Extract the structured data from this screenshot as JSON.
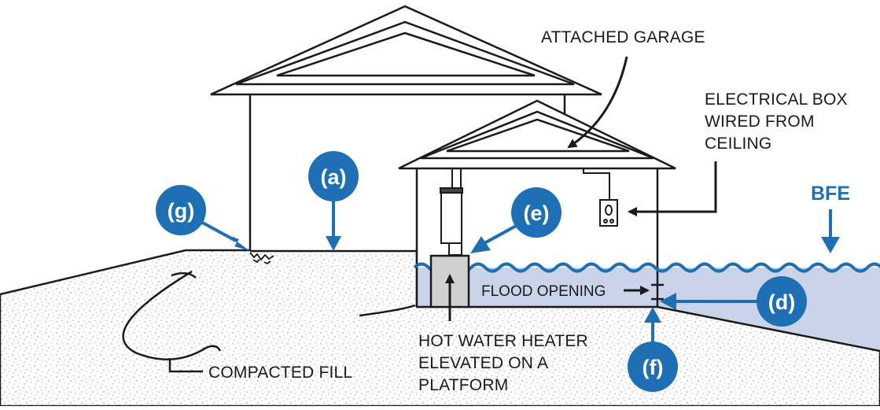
{
  "colors": {
    "accent": "#1f6fb5",
    "flood_water": "#c9d3ea",
    "outline": "#1a1a1a",
    "fill_ground": "#ffffff"
  },
  "labels": {
    "attached_garage": "ATTACHED GARAGE",
    "electrical_box": [
      "ELECTRICAL BOX",
      "WIRED FROM",
      "CEILING"
    ],
    "bfe": "BFE",
    "flood_opening": "FLOOD OPENING",
    "hot_water_heater": [
      "HOT WATER HEATER",
      "ELEVATED ON A",
      "PLATFORM"
    ],
    "compacted_fill": "COMPACTED FILL"
  },
  "markers": {
    "a": "(a)",
    "d": "(d)",
    "e": "(e)",
    "f": "(f)",
    "g": "(g)"
  }
}
